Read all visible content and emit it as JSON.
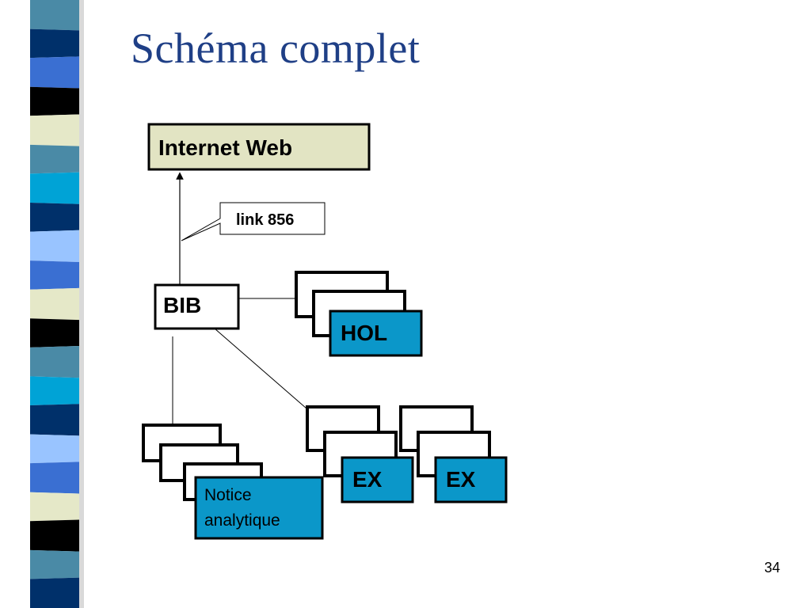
{
  "slide": {
    "title": "Schéma complet",
    "page_number": "34"
  },
  "diagram": {
    "internet_web": "Internet Web",
    "link_label": "link 856",
    "bib": "BIB",
    "hol": "HOL",
    "ex_1": "EX",
    "ex_2": "EX",
    "notice_line1": "Notice",
    "notice_line2": "analytique"
  },
  "colors": {
    "title": "#1f3f86",
    "internet_box_fill": "#e2e4c3",
    "record_fill": "#0b97c9",
    "stripe_palette": [
      "#4a8aa6",
      "#00306a",
      "#3a6fd2",
      "#000000",
      "#e5e8c8",
      "#00a3d6",
      "#99c4ff"
    ]
  }
}
